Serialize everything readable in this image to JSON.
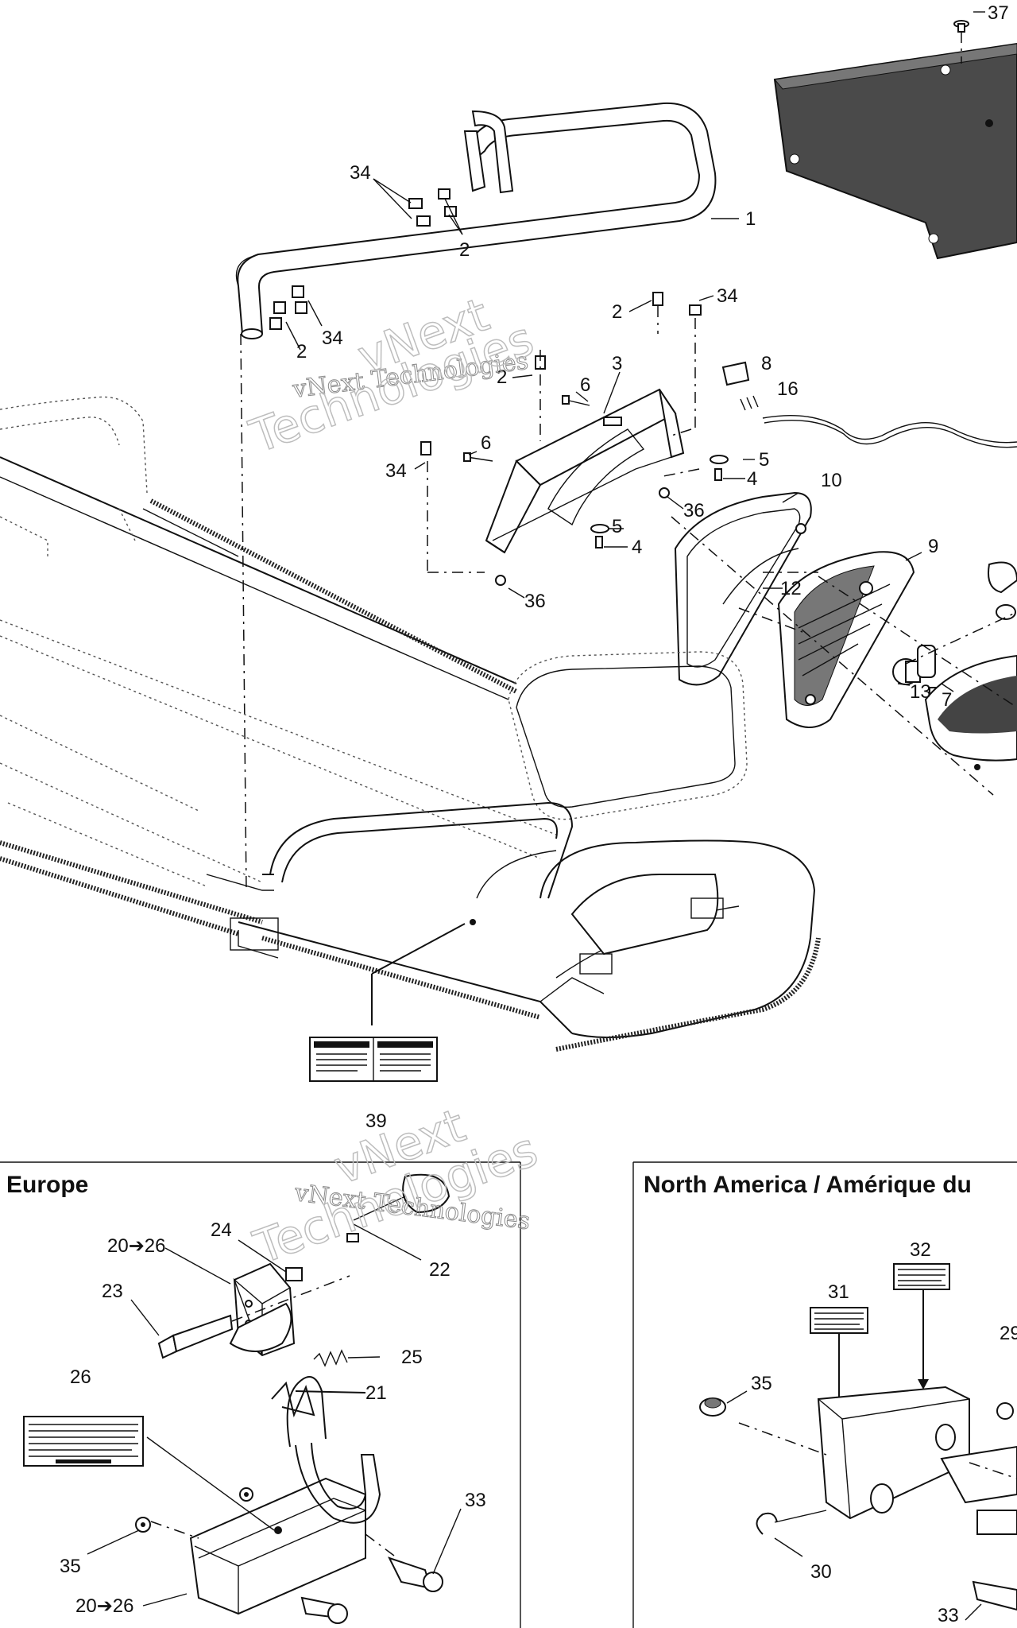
{
  "watermark": {
    "brand_line": "vNext Technologies",
    "big_word_1": "vNext",
    "big_word_2": "Technologies"
  },
  "callouts": {
    "c37": "37",
    "c34a": "34",
    "c2a": "2",
    "c1": "1",
    "c2b": "2",
    "c34b": "34",
    "c2c": "2",
    "c34c": "34",
    "c2d": "2",
    "c3": "3",
    "c6a": "6",
    "c8": "8",
    "c16": "16",
    "c6b": "6",
    "c34d": "34",
    "c5a": "5",
    "c4a": "4",
    "c36a": "36",
    "c10": "10",
    "c5b": "5",
    "c4b": "4",
    "c9": "9",
    "c12": "12",
    "c36b": "36",
    "c7": "7",
    "c13": "13",
    "c39": "39"
  },
  "europe_panel": {
    "title": "Europe",
    "callouts": {
      "c20_26a": "20➔26",
      "c24": "24",
      "c22": "22",
      "c23": "23",
      "c25": "25",
      "c21": "21",
      "c26": "26",
      "c33": "33",
      "c35": "35",
      "c20_26b": "20➔26"
    }
  },
  "north_america_panel": {
    "title": "North America / Amérique du",
    "callouts": {
      "c32": "32",
      "c31": "31",
      "c35": "35",
      "c29": "29",
      "c30": "30",
      "c33": "33"
    }
  },
  "colors": {
    "line": "#111111",
    "watermark": "#bdbdbd",
    "background": "#ffffff"
  }
}
